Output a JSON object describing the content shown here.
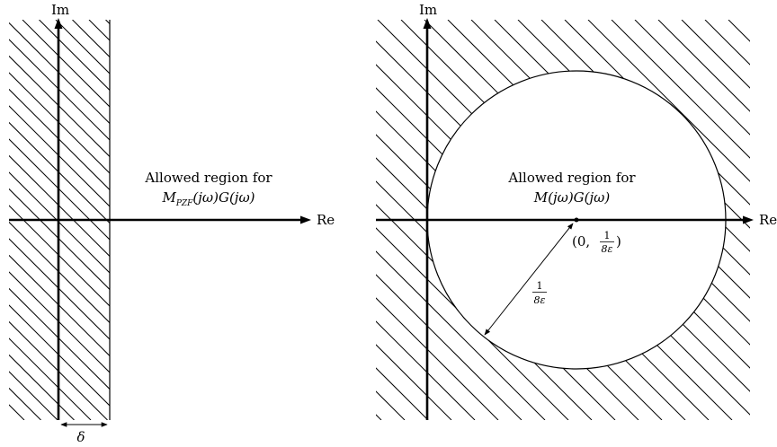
{
  "colors": {
    "ink": "#000000",
    "background": "#ffffff"
  },
  "left_panel": {
    "axis_im_label": "Im",
    "axis_re_label": "Re",
    "region_line1": "Allowed region for",
    "region_line2": {
      "m": "M",
      "sub": "PZF",
      "rest": "(jω)G(jω)"
    },
    "delta_label": "δ"
  },
  "right_panel": {
    "axis_im_label": "Im",
    "axis_re_label": "Re",
    "region_line1": "Allowed region for",
    "region_line2": "M(jω)G(jω)",
    "center_label": {
      "prefix": "(0,",
      "num": "1",
      "den": "8ε",
      "suffix": ")"
    },
    "radius_label": {
      "num": "1",
      "den": "8ε"
    }
  }
}
